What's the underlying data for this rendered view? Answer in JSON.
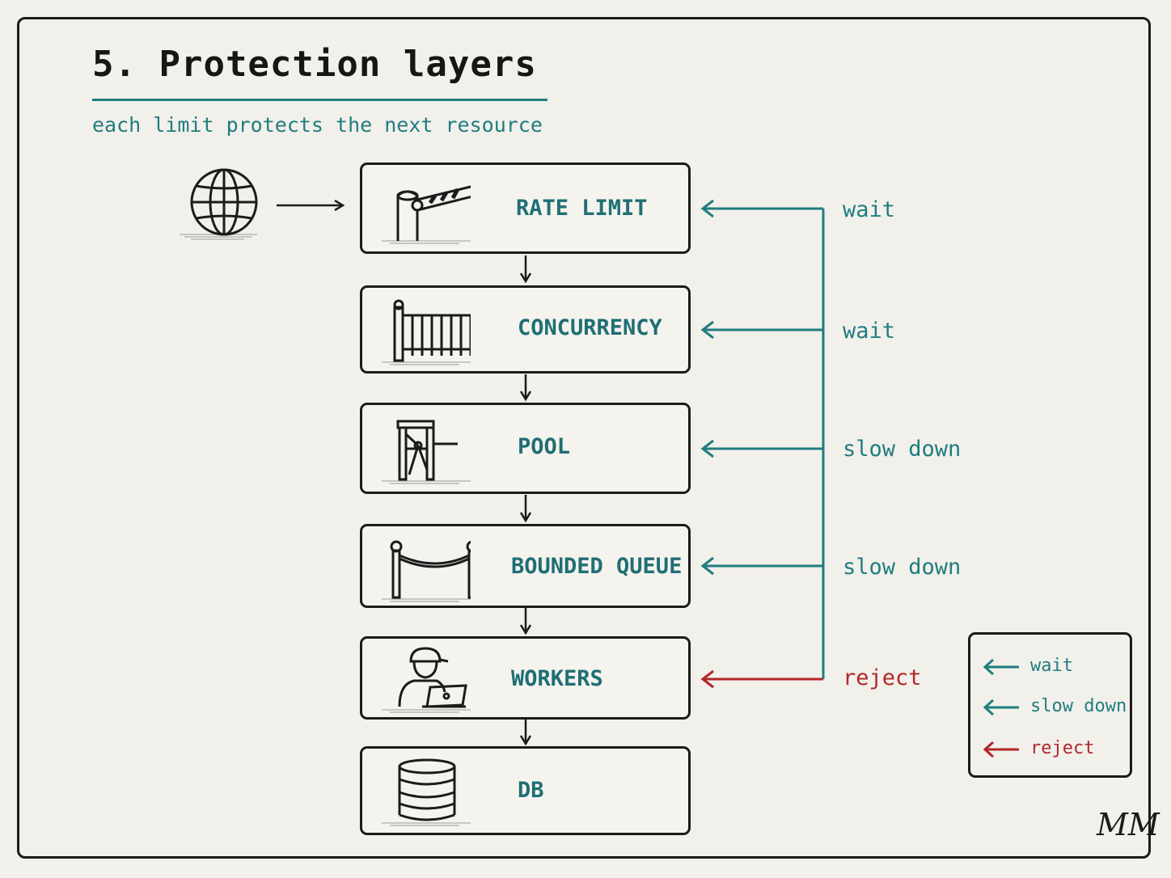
{
  "diagram": {
    "title": "5. Protection layers",
    "subtitle": "each limit protects the next resource",
    "source_icon": "globe-icon",
    "layers": [
      {
        "label": "RATE LIMIT",
        "icon": "barrier-gate-icon",
        "signal": "wait",
        "signal_type": "wait"
      },
      {
        "label": "CONCURRENCY",
        "icon": "fence-gate-icon",
        "signal": "wait",
        "signal_type": "wait"
      },
      {
        "label": "POOL",
        "icon": "turnstile-icon",
        "signal": "slow down",
        "signal_type": "slow"
      },
      {
        "label": "BOUNDED QUEUE",
        "icon": "rope-barrier-icon",
        "signal": "slow down",
        "signal_type": "slow"
      },
      {
        "label": "WORKERS",
        "icon": "worker-laptop-icon",
        "signal": "reject",
        "signal_type": "reject"
      },
      {
        "label": "DB",
        "icon": "database-icon"
      }
    ],
    "legend": [
      {
        "label": "wait",
        "color": "#1f7d80"
      },
      {
        "label": "slow down",
        "color": "#1f7d80"
      },
      {
        "label": "reject",
        "color": "#b2262a"
      }
    ],
    "colors": {
      "teal": "#1f7d80",
      "red": "#b2262a",
      "ink": "#1b1b1b"
    },
    "signature": "MM"
  }
}
